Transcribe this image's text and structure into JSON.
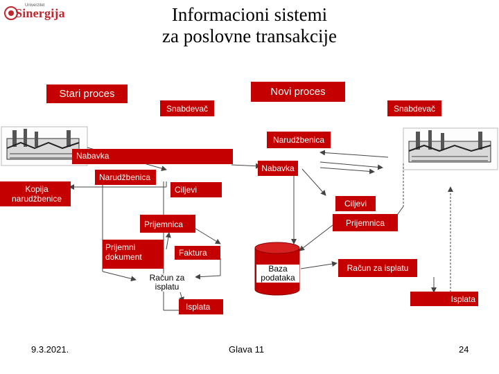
{
  "slide": {
    "title_line1": "Informacioni sistemi",
    "title_line2": "za poslovne transakcije"
  },
  "logo": {
    "small_text": "Univerzitet",
    "word": "Sinergija"
  },
  "diagram": {
    "stari_proces": "Stari proces",
    "novi_proces": "Novi proces",
    "snabdevac_left": "Snabdevač",
    "snabdevac_right": "Snabdevač",
    "narudzbenica_top": "Narudžbenica",
    "nabavka_left": "Nabavka",
    "nabavka_right": "Nabavka",
    "narudzbenica_left": "Narudžbenica",
    "kopija_line1": "Kopija",
    "kopija_line2": "narudžbenice",
    "ciljevi_left": "Ciljevi",
    "ciljevi_right": "Ciljevi",
    "prijemnica_left": "Prijemnica",
    "prijemnica_right": "Prijemnica",
    "prijemni_line1": "Prijemni",
    "prijemni_line2": "dokument",
    "faktura": "Faktura",
    "racun_line1": "Račun za",
    "racun_line2": "isplatu",
    "baza_line1": "Baza",
    "baza_line2": "podataka",
    "racun_za_isplatu": "Račun za isplatu",
    "isplata_left": "Isplata",
    "isplata_right": "Isplata"
  },
  "footer": {
    "date": "9.3.2021.",
    "chapter": "Glava 11",
    "page": "24"
  },
  "colors": {
    "accent_red": "#c40000",
    "logo_red": "#c0262d"
  }
}
